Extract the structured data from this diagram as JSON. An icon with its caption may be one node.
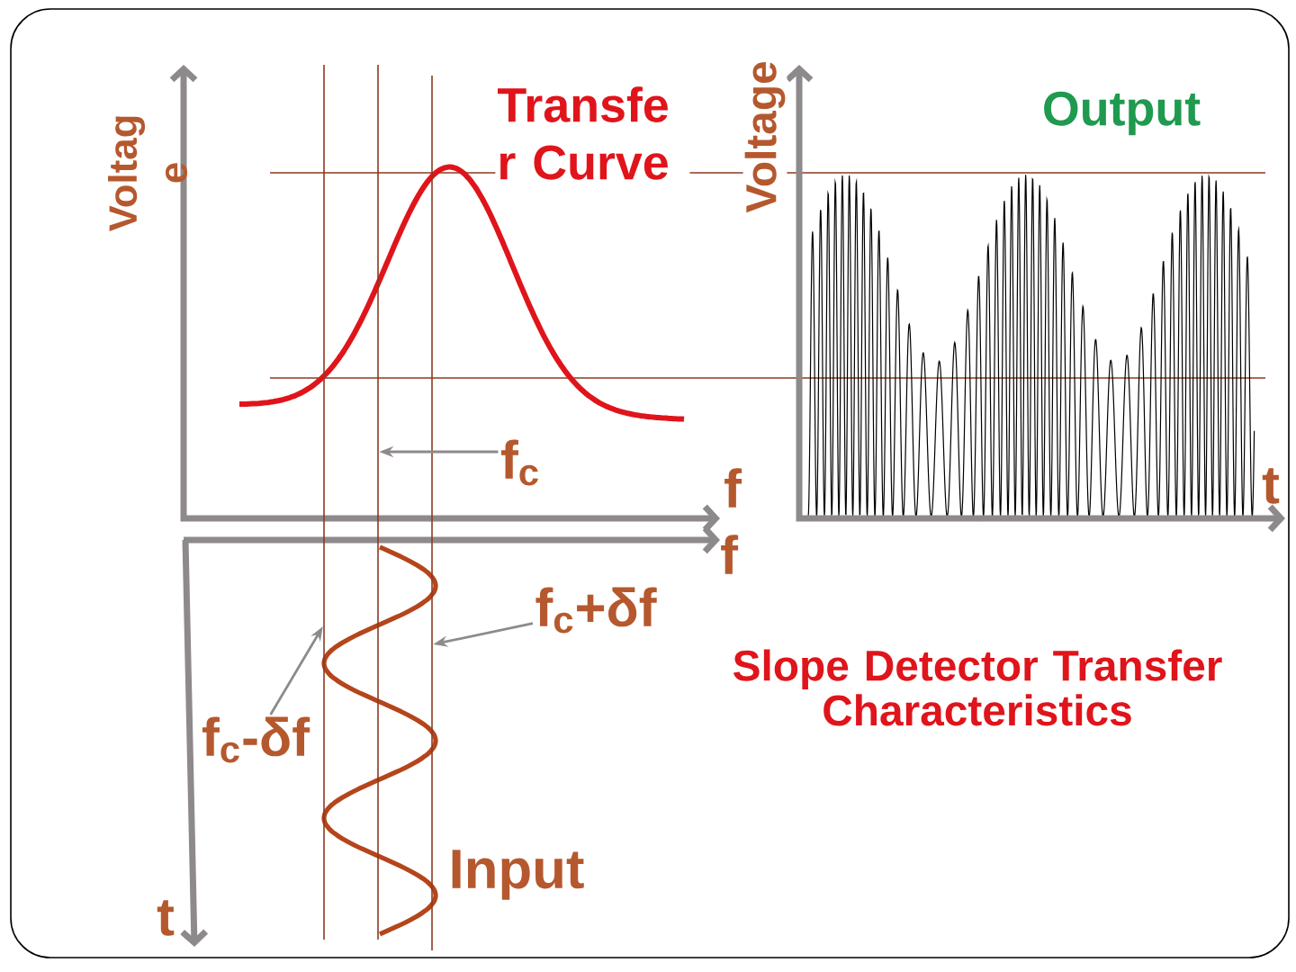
{
  "diagram": {
    "caption": "Slope Detector Transfer Characteristics",
    "nodes": [
      {
        "text": [],
        "shape": "line"
      },
      {
        "text": [],
        "shape": "line"
      },
      {
        "text": [],
        "shape": "line"
      },
      {
        "text": [
          "f$_{c}$"
        ]
      },
      {
        "text": [
          "f$_{c}$+δf"
        ]
      },
      {
        "text": [
          "f$_{c}$-δf"
        ]
      }
    ],
    "edges": [
      {
        "from": 3,
        "to": 1,
        "arrow": "to"
      },
      {
        "from": 4,
        "to": 2,
        "arrow": "to"
      },
      {
        "from": 5,
        "to": 0,
        "arrow": "to"
      }
    ],
    "labels": [
      "Voltag e",
      "Transfe r Curve",
      "Voltage",
      "Output",
      "f",
      "t",
      "f",
      "Input",
      "t"
    ]
  }
}
